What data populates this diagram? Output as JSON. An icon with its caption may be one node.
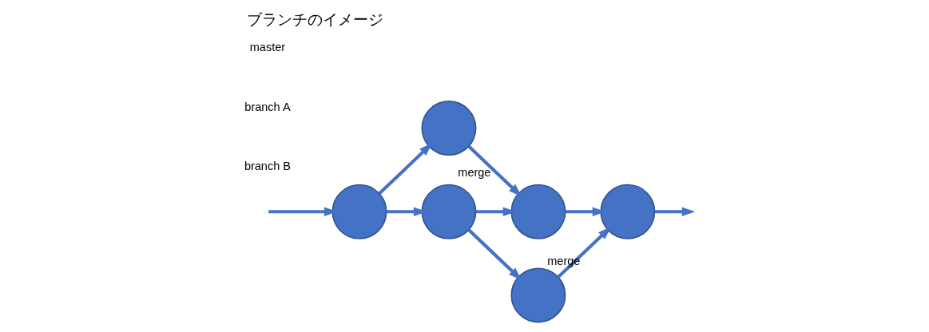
{
  "diagram": {
    "title": "ブランチのイメージ",
    "nodes": [
      {
        "text": [],
        "shape": "circle"
      },
      {
        "text": [],
        "shape": "circle"
      },
      {
        "text": [],
        "shape": "circle"
      },
      {
        "text": [],
        "shape": "circle"
      },
      {
        "text": [],
        "shape": "circle"
      },
      {
        "text": [],
        "shape": "circle"
      }
    ],
    "edges": [
      {
        "from": null,
        "to": 0,
        "arrow": "to"
      },
      {
        "from": 0,
        "to": 1,
        "arrow": "to"
      },
      {
        "from": 1,
        "to": 2,
        "arrow": "to"
      },
      {
        "from": 2,
        "to": 3,
        "arrow": "to"
      },
      {
        "from": 3,
        "to": null,
        "arrow": "to"
      },
      {
        "from": 1,
        "to": 4,
        "arrow": "to"
      },
      {
        "from": 0,
        "to": 5,
        "arrow": "to"
      },
      {
        "from": 4,
        "to": 3,
        "arrow": "to",
        "label": "merge"
      },
      {
        "from": 5,
        "to": 2,
        "arrow": "to",
        "label": "merge"
      }
    ],
    "labels": [
      "master",
      "branch A",
      "branch B"
    ]
  }
}
